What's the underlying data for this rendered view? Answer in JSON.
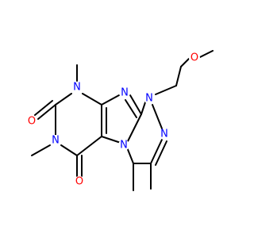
{
  "molecule": {
    "atoms": [
      {
        "id": "N_top",
        "symbol": "N",
        "color": "#0000ff"
      },
      {
        "id": "N_ring_left",
        "symbol": "N",
        "color": "#0000ff"
      },
      {
        "id": "N_imid",
        "symbol": "N",
        "color": "#0000ff"
      },
      {
        "id": "N_methoxy",
        "symbol": "N",
        "color": "#0000ff"
      },
      {
        "id": "N_triazine",
        "symbol": "N",
        "color": "#0000ff"
      },
      {
        "id": "N_bottom_left",
        "symbol": "N",
        "color": "#0000ff"
      },
      {
        "id": "O_methoxy",
        "symbol": "O",
        "color": "#ff0000"
      },
      {
        "id": "O_upper",
        "symbol": "O",
        "color": "#ff0000"
      },
      {
        "id": "O_lower",
        "symbol": "O",
        "color": "#ff0000"
      }
    ],
    "colors": {
      "bond": "#000000",
      "nitrogen": "#0000ff",
      "oxygen": "#ff0000",
      "background": "#ffffff"
    }
  }
}
